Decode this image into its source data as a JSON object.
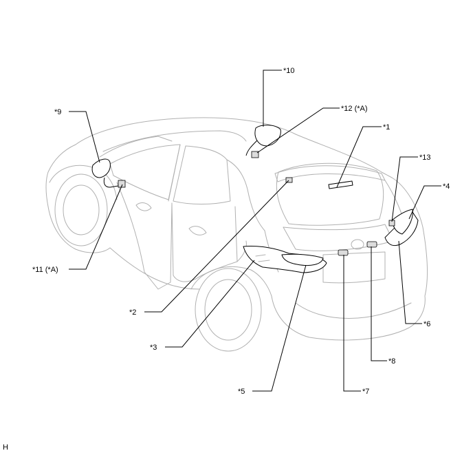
{
  "callouts": [
    {
      "id": "c1",
      "label": "*1"
    },
    {
      "id": "c2",
      "label": "*2"
    },
    {
      "id": "c3",
      "label": "*3"
    },
    {
      "id": "c4",
      "label": "*4"
    },
    {
      "id": "c5",
      "label": "*5"
    },
    {
      "id": "c6",
      "label": "*6"
    },
    {
      "id": "c7",
      "label": "*7"
    },
    {
      "id": "c8",
      "label": "*8"
    },
    {
      "id": "c9",
      "label": "*9"
    },
    {
      "id": "c10",
      "label": "*10"
    },
    {
      "id": "c11",
      "label": "*11 (*A)"
    },
    {
      "id": "c12",
      "label": "*12 (*A)"
    },
    {
      "id": "c13",
      "label": "*13"
    }
  ],
  "corner_mark": "H",
  "colors": {
    "outline": "#b0b0b0",
    "part": "#000000",
    "part_fill": "#dcdcdc",
    "background": "#ffffff"
  }
}
